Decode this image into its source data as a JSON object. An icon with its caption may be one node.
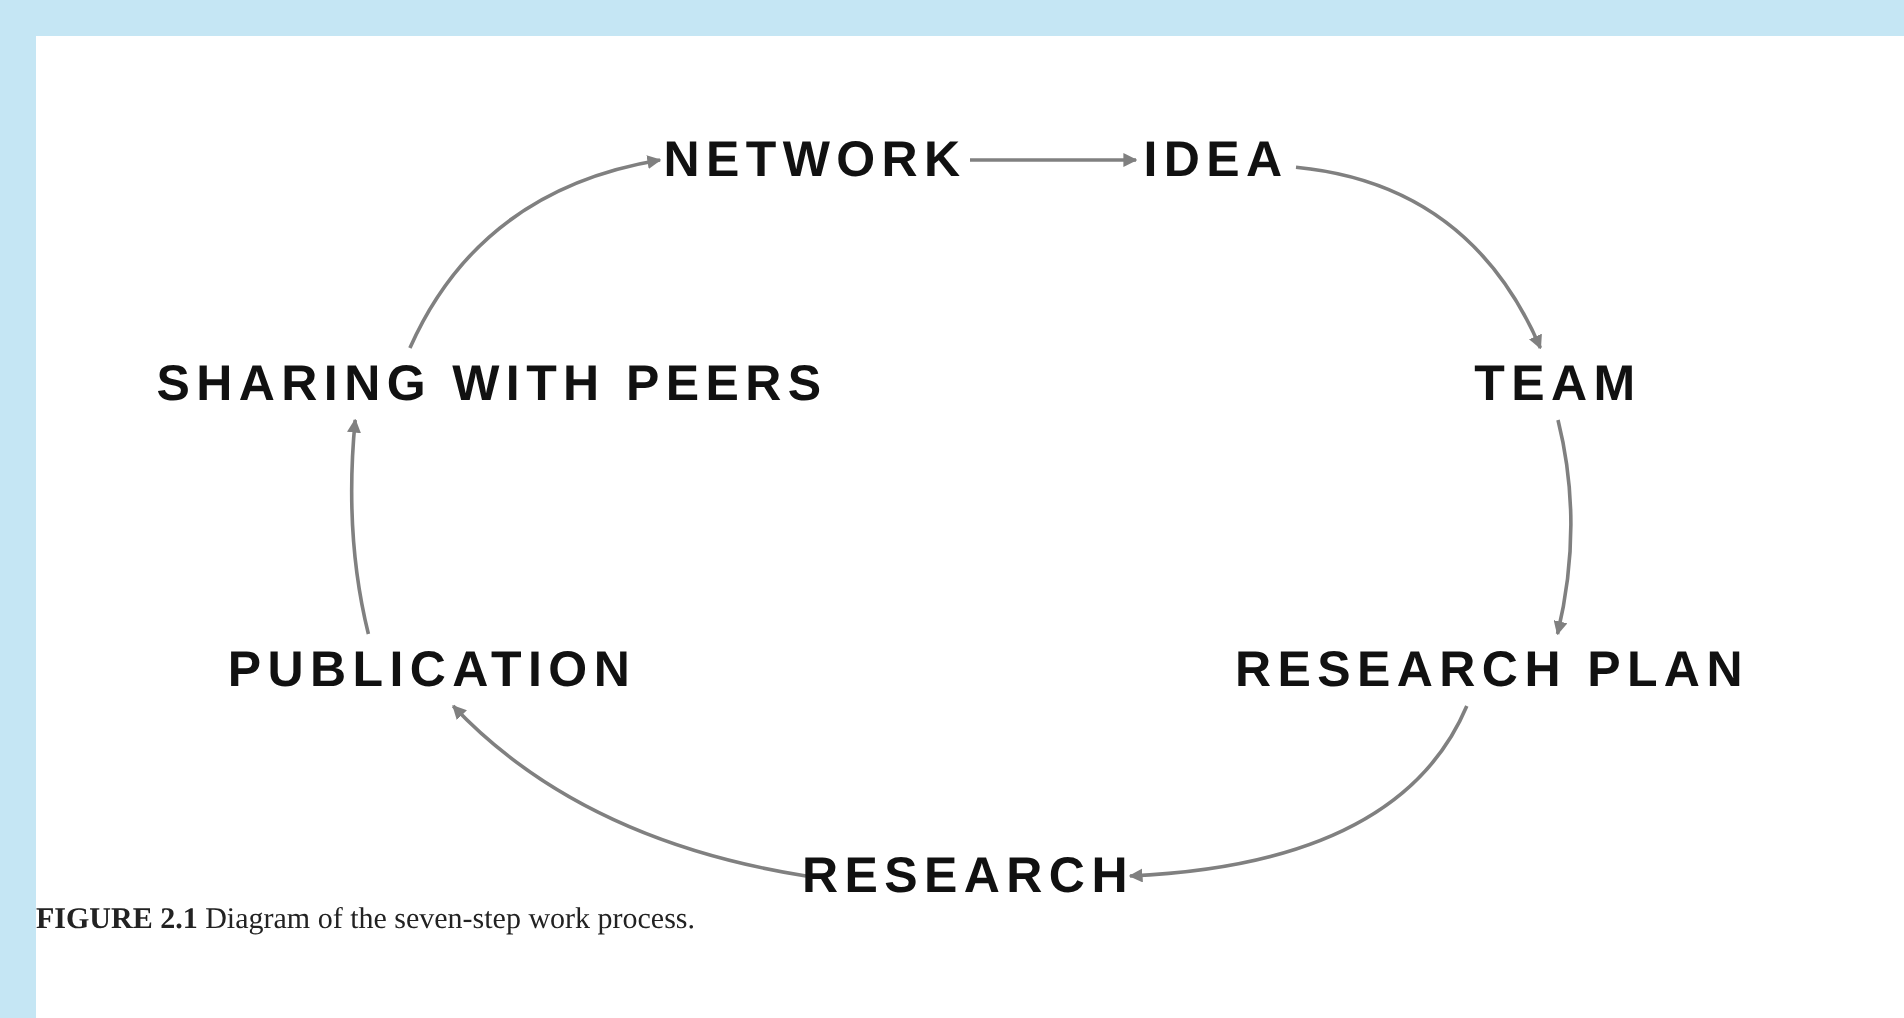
{
  "diagram": {
    "caption": "**FIGURE 2.1** Diagram of the seven-step work process.",
    "nodes": [
      {
        "text": [
          "NETWORK"
        ]
      },
      {
        "text": [
          "IDEA"
        ]
      },
      {
        "text": [
          "TEAM"
        ]
      },
      {
        "text": [
          "RESEARCH PLAN"
        ]
      },
      {
        "text": [
          "RESEARCH"
        ]
      },
      {
        "text": [
          "PUBLICATION"
        ]
      },
      {
        "text": [
          "SHARING WITH PEERS"
        ]
      }
    ],
    "edges": [
      {
        "from": 0,
        "to": 1,
        "arrow": "to"
      },
      {
        "from": 1,
        "to": 2,
        "arrow": "to"
      },
      {
        "from": 2,
        "to": 3,
        "arrow": "to"
      },
      {
        "from": 3,
        "to": 4,
        "arrow": "to"
      },
      {
        "from": 4,
        "to": 5,
        "arrow": "to"
      },
      {
        "from": 5,
        "to": 6,
        "arrow": "to"
      },
      {
        "from": 6,
        "to": 0,
        "arrow": "to"
      }
    ]
  }
}
